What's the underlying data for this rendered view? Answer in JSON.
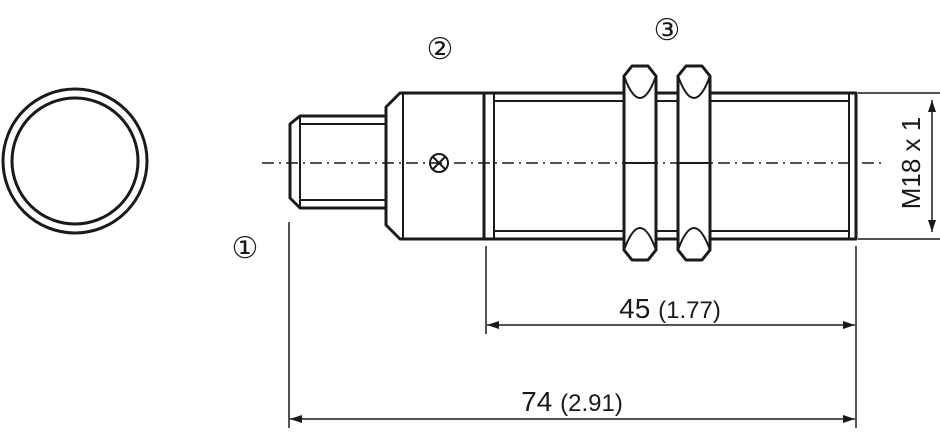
{
  "callouts": {
    "connector": "①",
    "housing": "②",
    "nuts": "③"
  },
  "thread_label": "M18 x 1",
  "dimensions": {
    "thread_length": {
      "value": "45",
      "inch": "(1.77)"
    },
    "total_length": {
      "value": "74",
      "inch": "(2.91)"
    }
  },
  "colors": {
    "line": "#1a1a1a",
    "background": "#ffffff"
  }
}
